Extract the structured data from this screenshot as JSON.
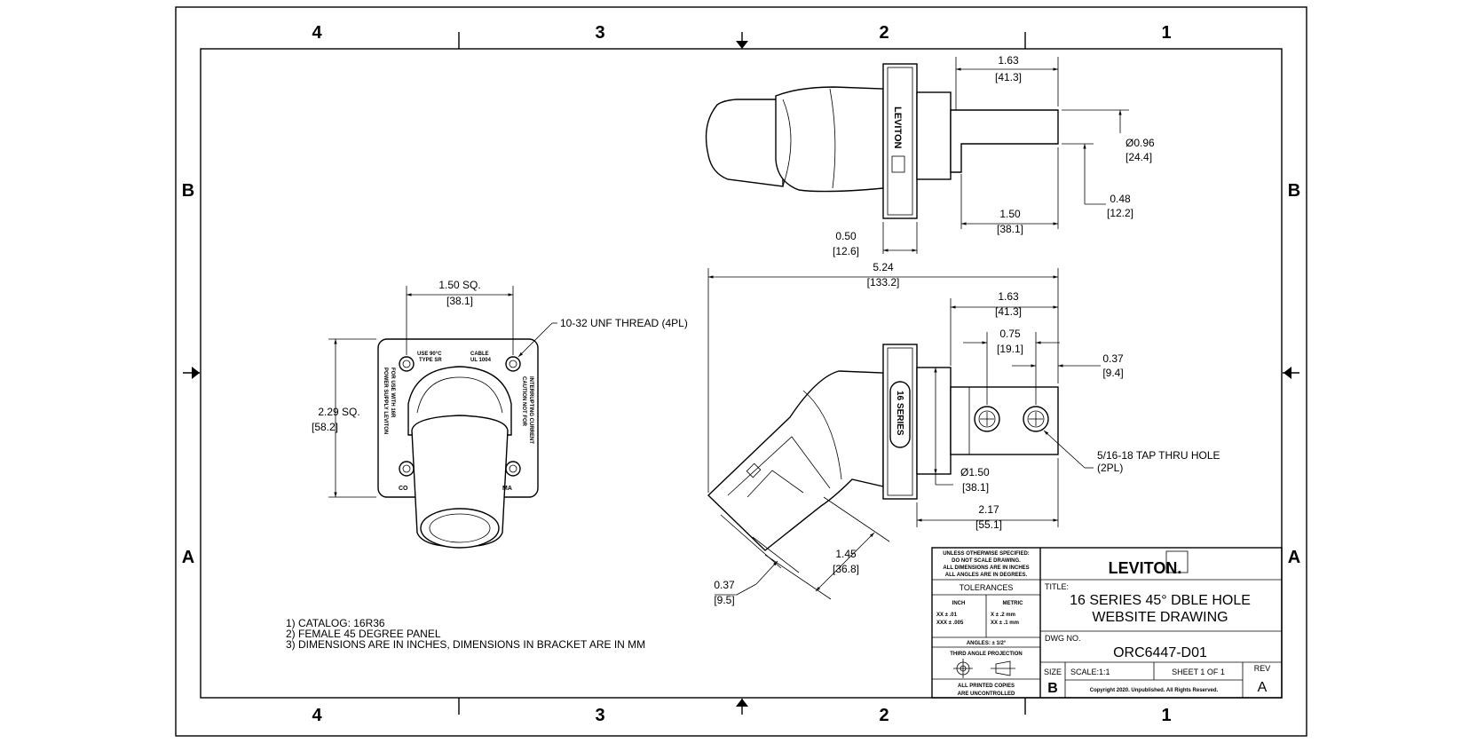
{
  "zones": {
    "cols": [
      "4",
      "3",
      "2",
      "1"
    ],
    "rows": [
      "B",
      "A"
    ]
  },
  "dimensions": {
    "top_length_a": [
      "1.63",
      "[41.3]"
    ],
    "diameter_a": [
      "Ø0.96",
      "[24.4]"
    ],
    "offset_a": [
      "0.48",
      "[12.2]"
    ],
    "length_b": [
      "1.50",
      "[38.1]"
    ],
    "flange_a": [
      "0.50",
      "[12.6]"
    ],
    "overall": [
      "5.24",
      "[133.2]"
    ],
    "top_length_b": [
      "1.63",
      "[41.3]"
    ],
    "hole_spacing": [
      "0.75",
      "[19.1]"
    ],
    "hole_edge": [
      "0.37",
      "[9.4]"
    ],
    "diameter_b": [
      "Ø1.50",
      "[38.1]"
    ],
    "length_c": [
      "2.17",
      "[55.1]"
    ],
    "angled_length": [
      "1.45",
      "[36.8]"
    ],
    "angled_end": [
      "0.37",
      "[9.5]"
    ],
    "square_width": [
      "1.50 SQ.",
      "[38.1]"
    ],
    "square_height": [
      "2.29 SQ.",
      "[58.2]"
    ]
  },
  "callouts": {
    "thread": "10-32 UNF THREAD (4PL)",
    "tap_hole": [
      "5/16-18 TAP THRU HOLE",
      "(2PL)"
    ]
  },
  "part_markings": {
    "brand_vertical": "LEVITON",
    "series_vertical": "16 SERIES",
    "face_top_left": [
      "USE 90°C",
      "TYPE SR"
    ],
    "face_top_right": [
      "CABLE",
      "UL 1004"
    ],
    "face_left": [
      "FOR USE WITH 16R",
      "POWER SUPPLY LEVITON"
    ],
    "face_right": [
      "CAUTION NOT FOR",
      "INTERRUPTING CURRENT"
    ],
    "face_bottom_left": "CO",
    "face_bottom_right": "MA"
  },
  "notes": [
    "1) CATALOG: 16R36",
    "2) FEMALE 45 DEGREE PANEL",
    "3) DIMENSIONS ARE IN INCHES, DIMENSIONS IN BRACKET ARE IN MM"
  ],
  "title_block": {
    "general_note": [
      "UNLESS OTHERWISE SPECIFIED:",
      "DO NOT SCALE DRAWING.",
      "ALL DIMENSIONS ARE IN INCHES",
      "ALL ANGLES ARE IN DEGREES."
    ],
    "brand": "LEVITON.",
    "tolerances_label": "TOLERANCES",
    "inch_label": "INCH",
    "metric_label": "METRIC",
    "inch_tol": [
      "XX   ± .01",
      "XXX  ± .005"
    ],
    "metric_tol": [
      "X    ± .2 mm",
      "XX   ± .1 mm"
    ],
    "angles": "ANGLES: ± 1/2°",
    "projection": "THIRD ANGLE PROJECTION",
    "copies_note": [
      "ALL PRINTED COPIES",
      "ARE UNCONTROLLED"
    ],
    "title_label": "TITLE:",
    "title": [
      "16 SERIES 45° DBLE HOLE",
      "WEBSITE DRAWING"
    ],
    "dwg_label": "DWG NO.",
    "dwg_no": "ORC6447-D01",
    "size_label": "SIZE",
    "size": "B",
    "scale": "SCALE:1:1",
    "sheet": "SHEET 1 OF 1",
    "rev_label": "REV",
    "rev": "A",
    "copyright": "Copyright 2020. Unpublished. All Rights Reserved."
  }
}
